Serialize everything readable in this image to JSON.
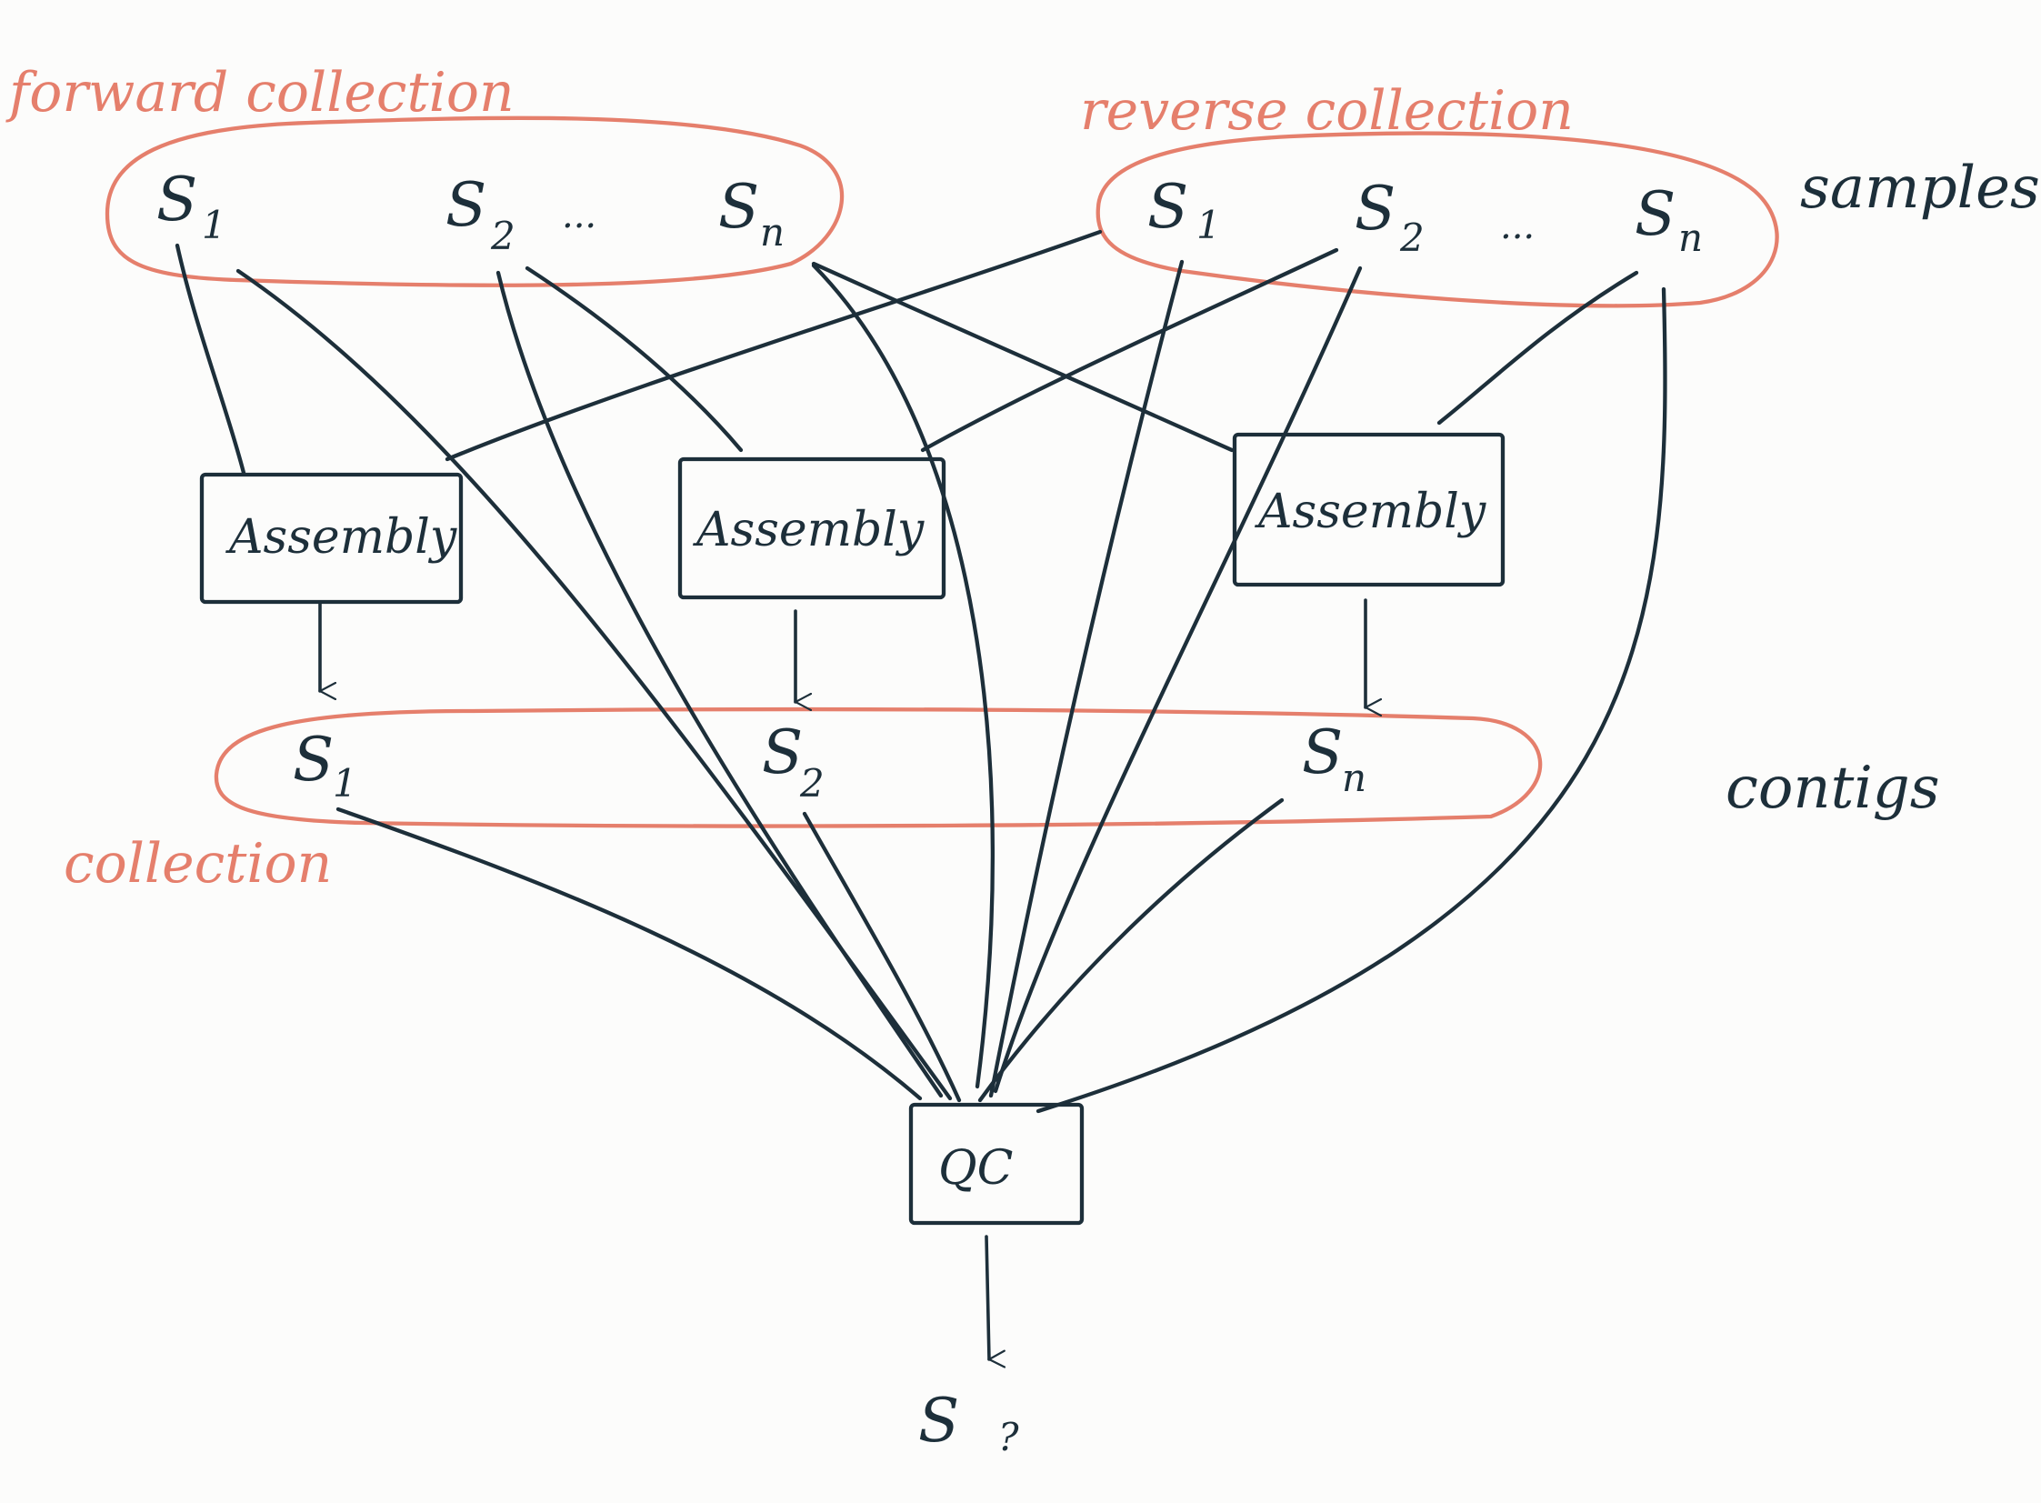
{
  "collections": {
    "forward": "forward collection",
    "reverse": "reverse collection",
    "contigs": "collection"
  },
  "side_labels": {
    "samples": "samples",
    "contigs": "contigs"
  },
  "forward_samples": [
    {
      "letter": "S",
      "sub": "1"
    },
    {
      "letter": "S",
      "sub": "2"
    },
    {
      "letter": "S",
      "sub": "n"
    }
  ],
  "reverse_samples": [
    {
      "letter": "S",
      "sub": "1"
    },
    {
      "letter": "S",
      "sub": "2"
    },
    {
      "letter": "S",
      "sub": "n"
    }
  ],
  "contig_items": [
    {
      "letter": "S",
      "sub": "1"
    },
    {
      "letter": "S",
      "sub": "2"
    },
    {
      "letter": "S",
      "sub": "n"
    }
  ],
  "ellipsis": "...",
  "assembly_label": "Assembly",
  "qc_label": "QC",
  "output": {
    "letter": "S",
    "sub": "?"
  },
  "colors": {
    "ink": "#1d2f3a",
    "accent": "#e57f6c",
    "background": "#fcfcfb"
  }
}
